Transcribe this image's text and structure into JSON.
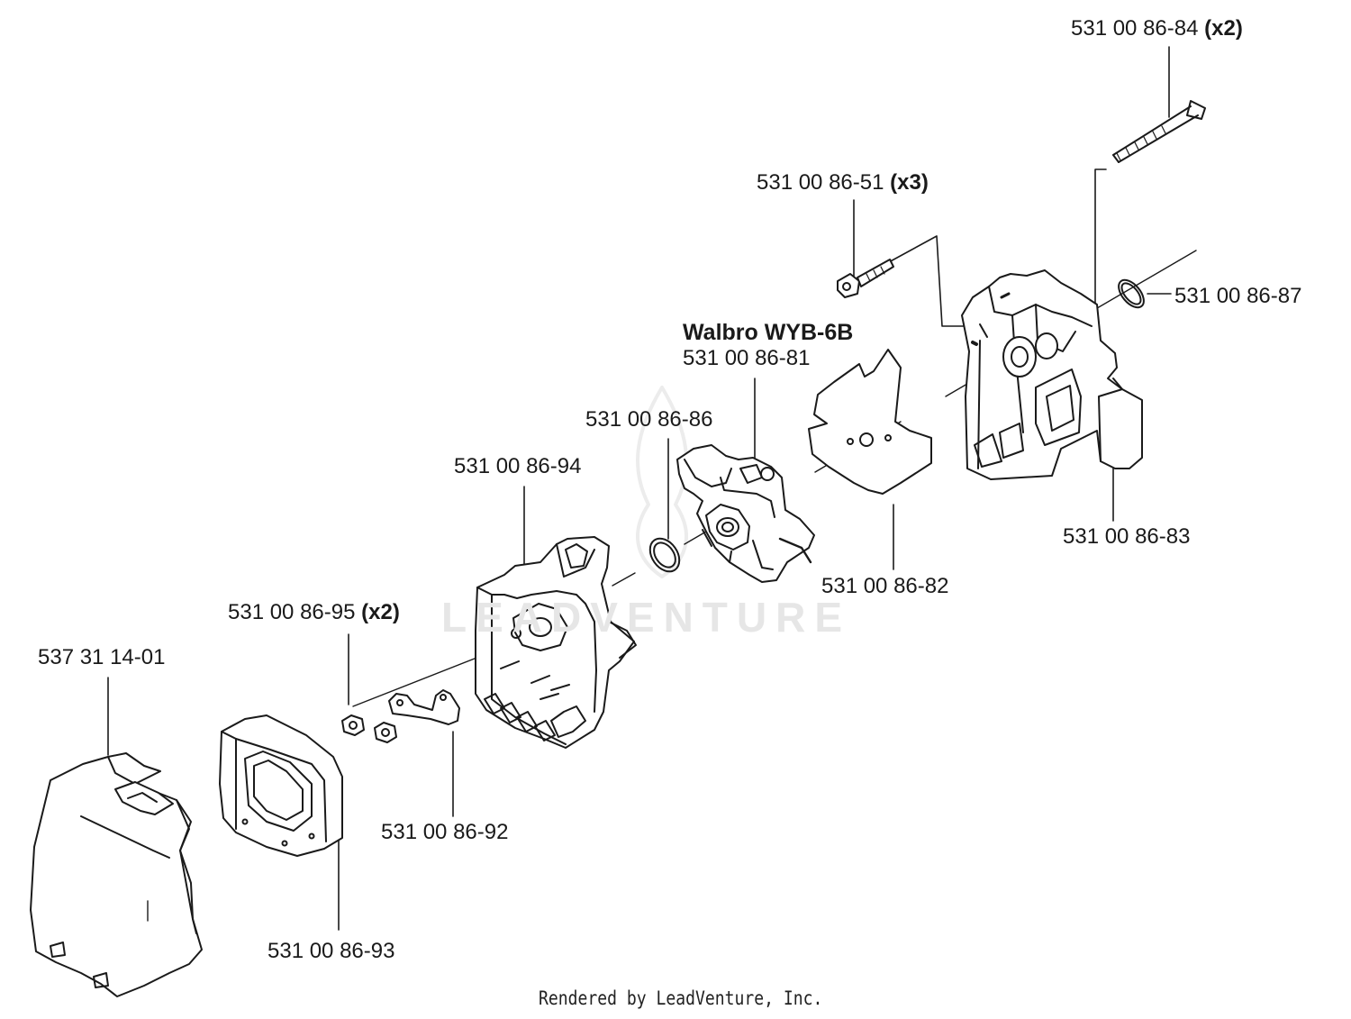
{
  "watermark": "LEADVENTURE",
  "footer": "Rendered by LeadVenture, Inc.",
  "carburetor_model": "Walbro WYB-6B",
  "parts": [
    {
      "id": "p84",
      "number": "531 00 86-84",
      "qty": "(x2)"
    },
    {
      "id": "p51",
      "number": "531 00 86-51",
      "qty": "(x3)"
    },
    {
      "id": "p87",
      "number": "531 00 86-87",
      "qty": ""
    },
    {
      "id": "p81",
      "number": "531 00 86-81",
      "qty": ""
    },
    {
      "id": "p86",
      "number": "531 00 86-86",
      "qty": ""
    },
    {
      "id": "p94",
      "number": "531 00 86-94",
      "qty": ""
    },
    {
      "id": "p83",
      "number": "531 00 86-83",
      "qty": ""
    },
    {
      "id": "p82",
      "number": "531 00 86-82",
      "qty": ""
    },
    {
      "id": "p95",
      "number": "531 00 86-95",
      "qty": "(x2)"
    },
    {
      "id": "p01",
      "number": "537 31 14-01",
      "qty": ""
    },
    {
      "id": "p92",
      "number": "531 00 86-92",
      "qty": ""
    },
    {
      "id": "p93",
      "number": "531 00 86-93",
      "qty": ""
    }
  ],
  "colors": {
    "line": "#1a1a1a",
    "fill": "#ffffff",
    "watermark": "#e6e6e6"
  }
}
